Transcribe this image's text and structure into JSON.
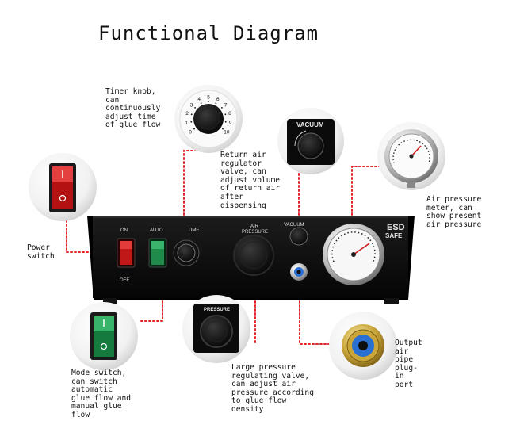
{
  "title": "Functional Diagram",
  "panel_labels": {
    "on": "ON",
    "off": "OFF",
    "auto": "AUTO",
    "time": "TIME",
    "air_pressure_line1": "AIR",
    "air_pressure_line2": "PRESSURE",
    "vacuum": "VACUUM",
    "esd": "ESD",
    "safe": "SAFE",
    "pressure": "PRESSURE"
  },
  "timer_dial_numbers": [
    "0",
    "1",
    "2",
    "3",
    "4",
    "5",
    "6",
    "7",
    "8",
    "9",
    "10"
  ],
  "callouts": {
    "timer": "Timer knob,\ncan\ncontinuously\nadjust time\nof glue flow",
    "return_air": "Return air\nregulator\nvalve, can\nadjust volume\nof return air\nafter\ndispensing",
    "air_meter": "Air pressure\nmeter, can\nshow present\nair pressure",
    "power": "Power\nswitch",
    "mode": "Mode switch,\ncan switch\nautomatic\nglue flow and\nmanual glue\nflow",
    "large_pressure": "Large pressure\nregulating valve,\ncan adjust air\npressure according\nto glue flow\ndensity",
    "output": "Output\nair\npipe\nplug-\nin\nport"
  },
  "colors": {
    "leader": "#e0262b",
    "panel": "#0c0c0c",
    "rocker_red": "#c01818",
    "rocker_green": "#1f8a4a",
    "fitting_blue": "#2a6fd1"
  }
}
